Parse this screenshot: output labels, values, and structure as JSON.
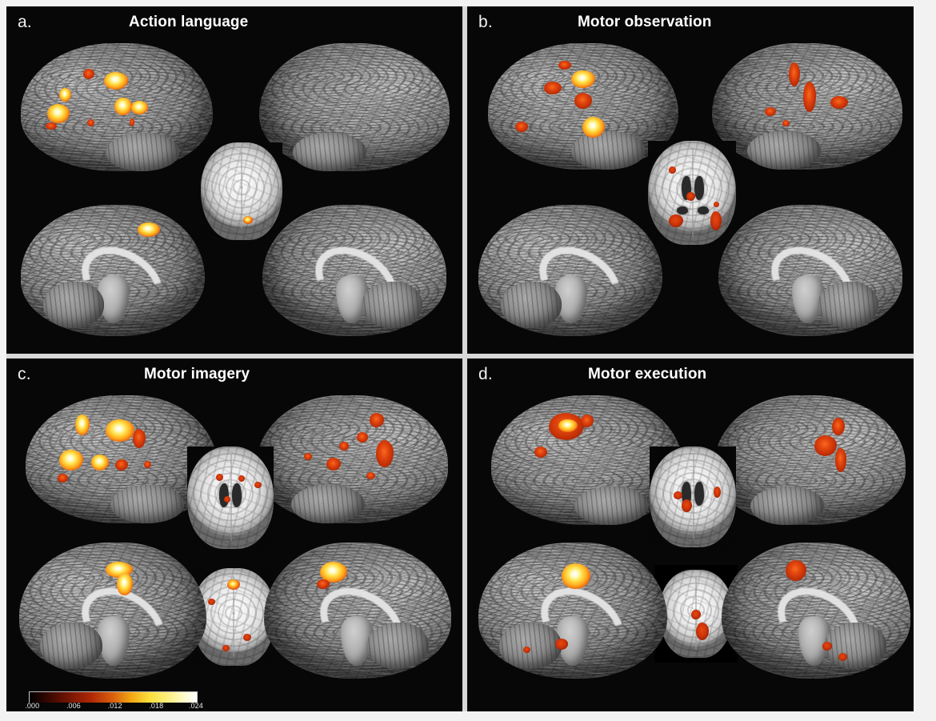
{
  "figure": {
    "background_color": "#070707",
    "divider_color": "#d8d8d8",
    "layout": "2x2 panel grid of fMRI brain activation maps"
  },
  "panels": [
    {
      "letter": "a.",
      "title": "Action language",
      "views": [
        "left lateral surface render",
        "right lateral surface render",
        "left medial sagittal slice",
        "right medial sagittal slice",
        "coronal slice"
      ]
    },
    {
      "letter": "b.",
      "title": "Motor observation",
      "views": [
        "left lateral surface render",
        "right lateral surface render",
        "left medial sagittal slice",
        "right medial sagittal slice",
        "axial slice"
      ]
    },
    {
      "letter": "c.",
      "title": "Motor imagery",
      "views": [
        "left lateral surface render",
        "right lateral surface render",
        "left medial sagittal slice",
        "right medial sagittal slice",
        "axial slice",
        "coronal slice"
      ]
    },
    {
      "letter": "d.",
      "title": "Motor execution",
      "views": [
        "left lateral surface render",
        "right lateral surface render",
        "left medial sagittal slice",
        "right medial sagittal slice",
        "axial slice",
        "coronal slice"
      ]
    }
  ],
  "colorbar": {
    "name": "activation-likelihood-colorbar",
    "colormap": "hot",
    "min": ".000",
    "max": ".024",
    "ticks": [
      ".000",
      ".006",
      ".012",
      ".018",
      ".024"
    ],
    "tick_positions_pct": [
      2,
      26.5,
      51,
      75.5,
      99
    ],
    "gradient_stops": [
      "#000000",
      "#6d1201",
      "#b02806",
      "#f2a914",
      "#fbe03c",
      "#ffffff"
    ]
  }
}
